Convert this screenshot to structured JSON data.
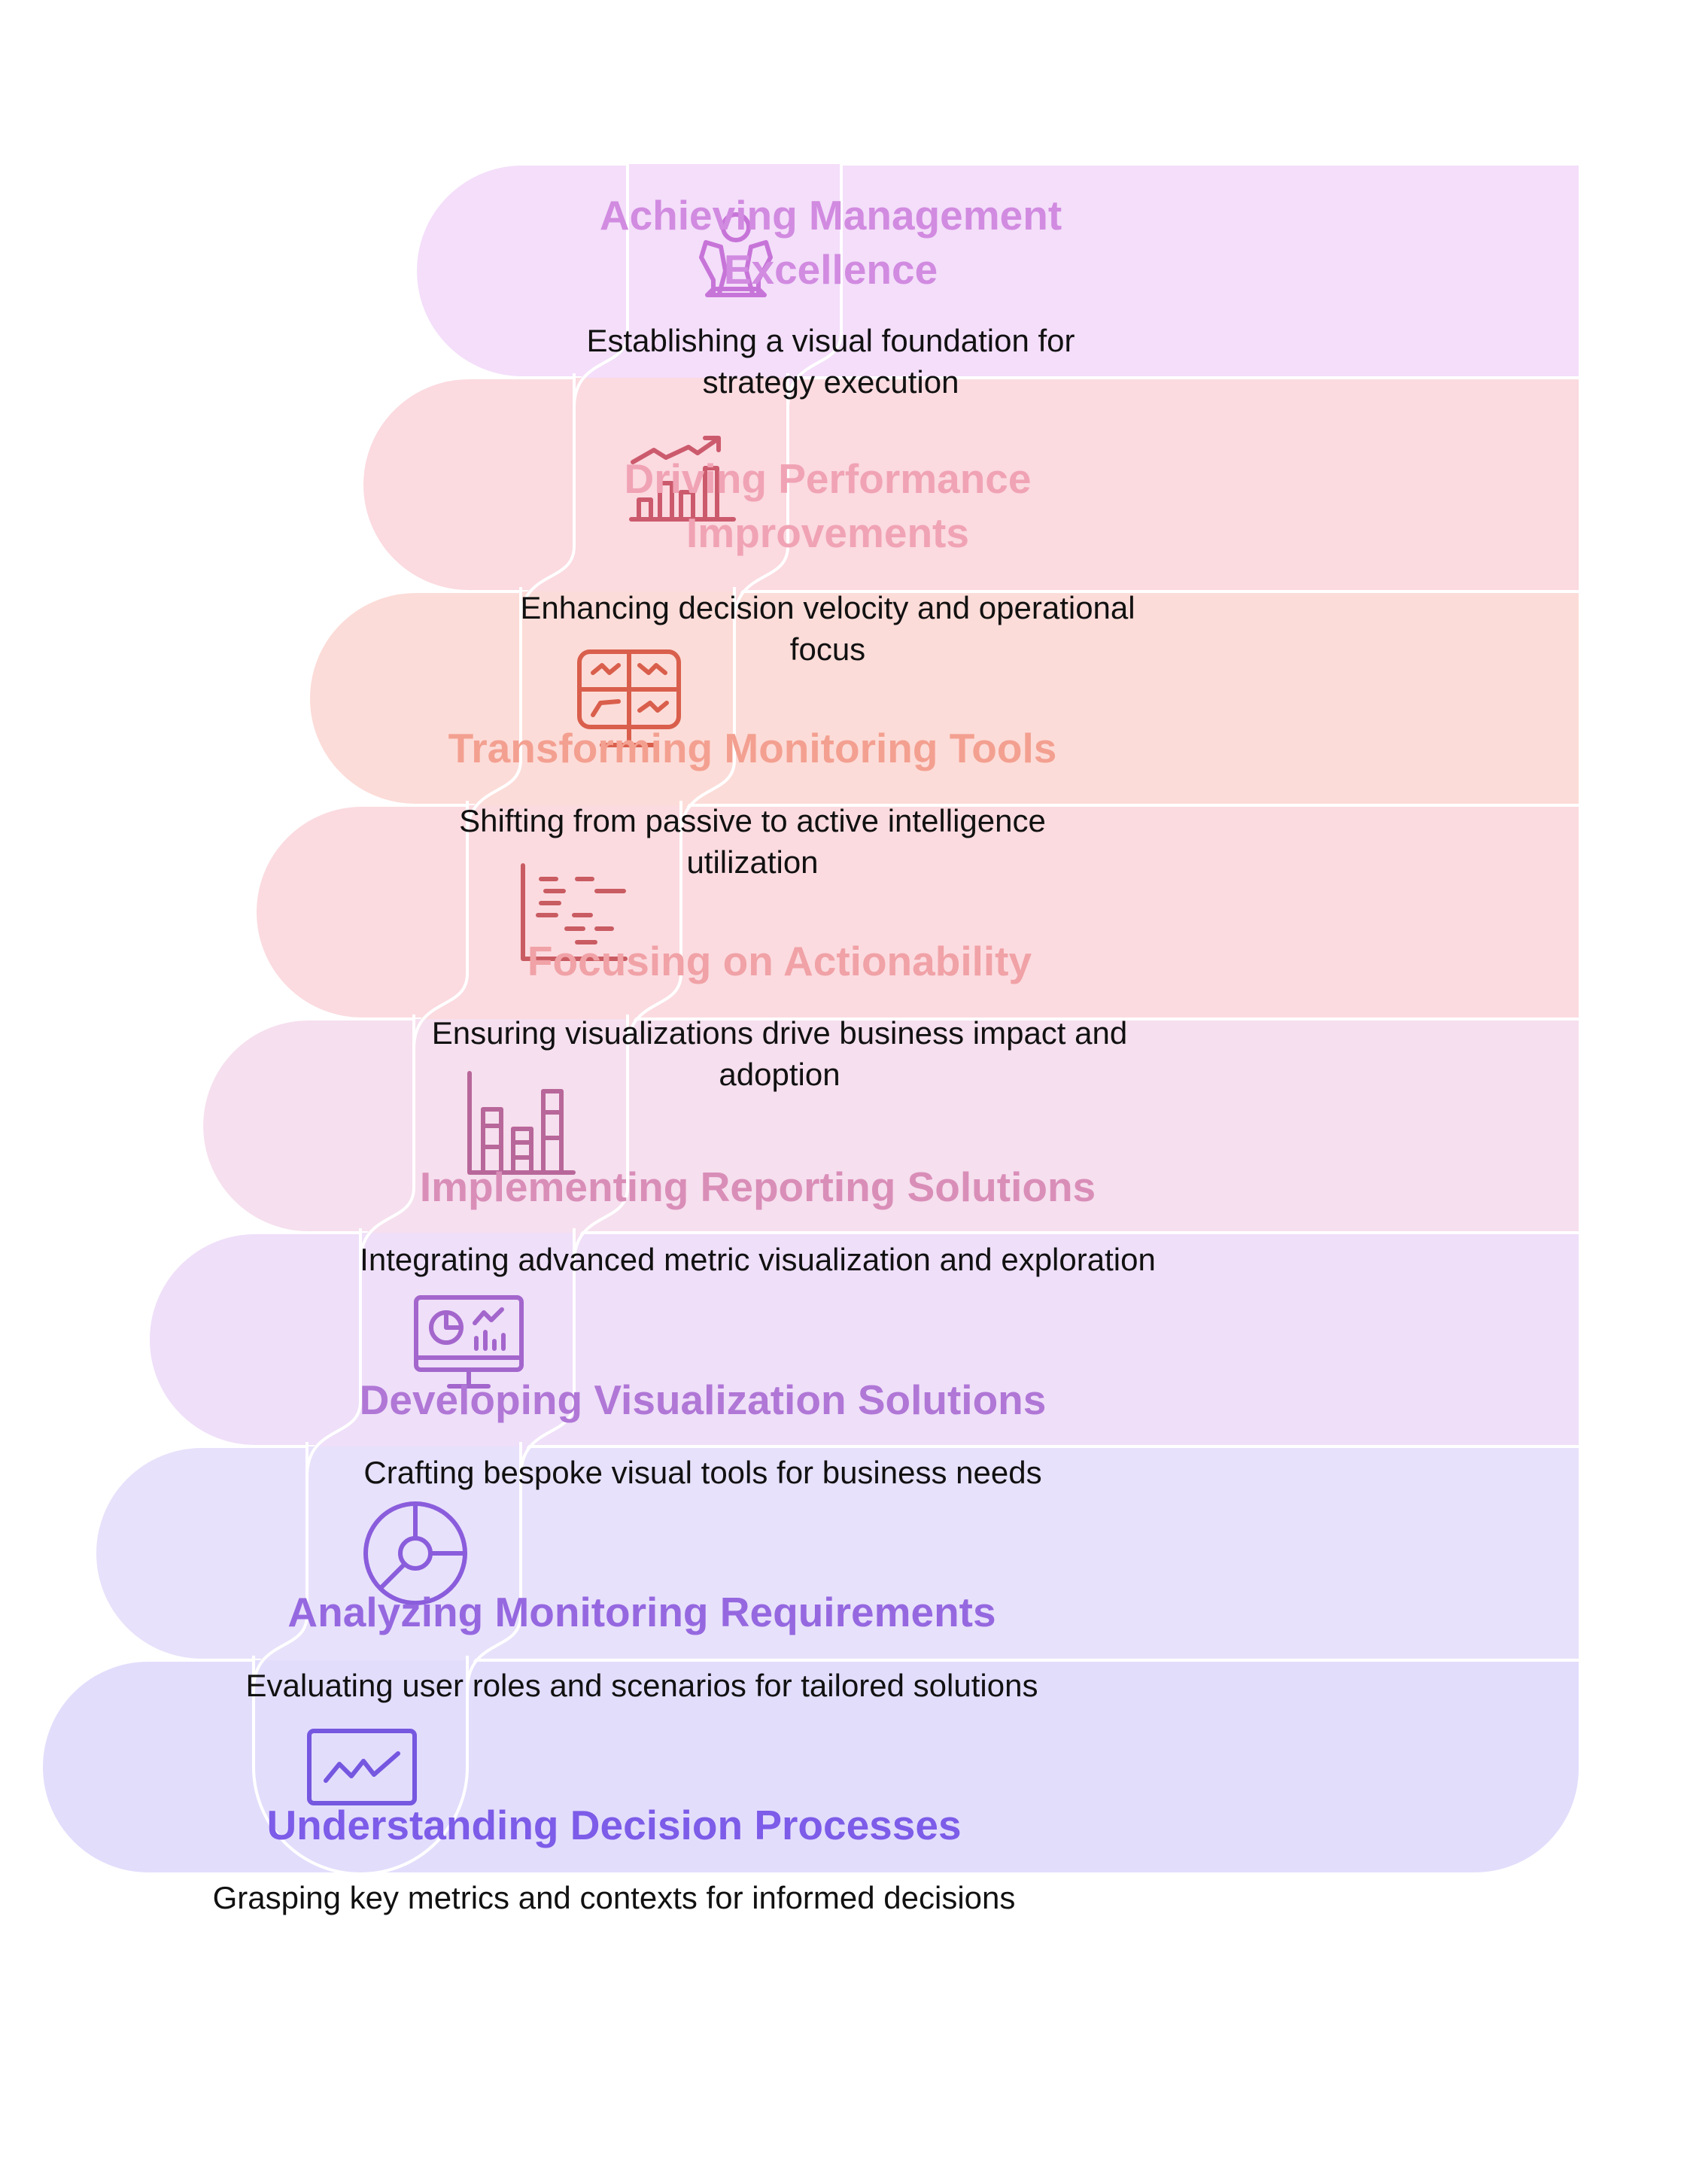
{
  "steps": [
    {
      "title": "Achieving Management Excellence",
      "title_lines": [
        "Achieving Management",
        "Excellence"
      ],
      "description": "Establishing a visual foundation for strategy execution",
      "description_lines": [
        "Establishing a visual foundation for",
        "strategy execution"
      ],
      "icon": "leader-person-icon",
      "fill": "#f4defa",
      "accent": "#d18be0",
      "icon_color": "#c774d8"
    },
    {
      "title": "Driving Performance Improvements",
      "title_lines": [
        "Driving Performance",
        "Improvements"
      ],
      "description": "Enhancing decision velocity and operational focus",
      "description_lines": [
        "Enhancing decision velocity and operational",
        "focus"
      ],
      "icon": "growth-bar-chart-icon",
      "fill": "#fbdae0",
      "accent": "#f0a3b4",
      "icon_color": "#cc5a6d"
    },
    {
      "title": "Transforming Monitoring Tools",
      "title_lines": [
        "Transforming Monitoring Tools"
      ],
      "description": "Shifting from passive to active intelligence utilization",
      "description_lines": [
        "Shifting from passive to active intelligence",
        "utilization"
      ],
      "icon": "monitor-dashboard-icon",
      "fill": "#fcdcd8",
      "accent": "#f3a091",
      "icon_color": "#d95f4c"
    },
    {
      "title": "Focusing on Actionability",
      "title_lines": [
        "Focusing on Actionability"
      ],
      "description": "Ensuring visualizations drive business impact and adoption",
      "description_lines": [
        "Ensuring visualizations drive business impact and",
        "adoption"
      ],
      "icon": "gantt-chart-icon",
      "fill": "#fbdbe0",
      "accent": "#f0a2a6",
      "icon_color": "#c95c62"
    },
    {
      "title": "Implementing Reporting Solutions",
      "title_lines": [
        "Implementing Reporting Solutions"
      ],
      "description": "Integrating advanced metric visualization and exploration",
      "description_lines": [
        "Integrating advanced metric visualization and exploration"
      ],
      "icon": "stacked-bar-chart-icon",
      "fill": "#f6dfee",
      "accent": "#d98eb8",
      "icon_color": "#b8679a"
    },
    {
      "title": "Developing Visualization Solutions",
      "title_lines": [
        "Developing Visualization Solutions"
      ],
      "description": "Crafting bespoke visual tools for business needs",
      "description_lines": [
        "Crafting bespoke visual tools for business needs"
      ],
      "icon": "analytics-monitor-icon",
      "fill": "#efdff9",
      "accent": "#b077d6",
      "icon_color": "#a366cc"
    },
    {
      "title": "Analyzing Monitoring Requirements",
      "title_lines": [
        "Analyzing Monitoring Requirements"
      ],
      "description": "Evaluating user roles and scenarios for tailored solutions",
      "description_lines": [
        "Evaluating user roles and scenarios for tailored solutions"
      ],
      "icon": "donut-chart-icon",
      "fill": "#e8e1fb",
      "accent": "#9568e0",
      "icon_color": "#8a5ddc"
    },
    {
      "title": "Understanding Decision Processes",
      "title_lines": [
        "Understanding Decision Processes"
      ],
      "description": "Grasping key metrics and contexts for informed decisions",
      "description_lines": [
        "Grasping key metrics and contexts for informed decisions"
      ],
      "icon": "line-chart-icon",
      "fill": "#e3ddfc",
      "accent": "#7c5ce8",
      "icon_color": "#7557e0"
    }
  ]
}
